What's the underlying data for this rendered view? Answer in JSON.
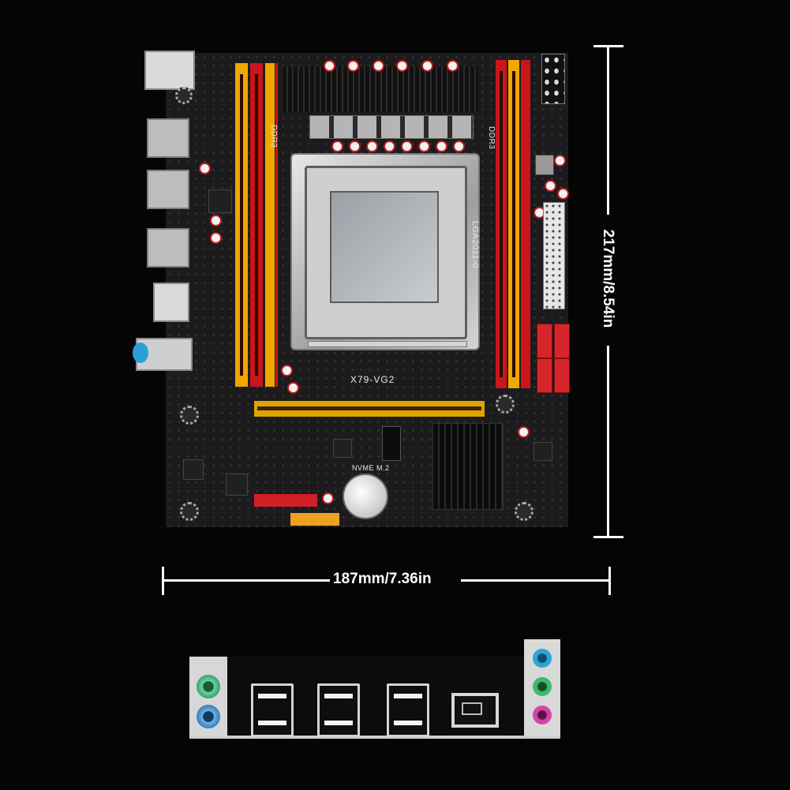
{
  "board": {
    "model_label": "X79-VG2",
    "socket_label": "LGA2011-0",
    "ram_left_label": "DDR3",
    "ram_right_label": "DDR3",
    "m2_label": "NVME M.2",
    "accent_red": "#c8161a",
    "accent_yellow": "#f0a800"
  },
  "dimensions": {
    "height_label": "217mm/8.54in",
    "width_label": "187mm/7.36in"
  },
  "io_shield": {
    "ports": [
      "ps2-green",
      "ps2-blue",
      "usb-pair",
      "usb-pair",
      "usb-pair",
      "rj45-lan",
      "audio-blue",
      "audio-green",
      "audio-pink"
    ],
    "colors": {
      "ps2_green": "#3d9f72",
      "ps2_blue": "#3a7fb8",
      "audio_blue": "#2aa7d8",
      "audio_green": "#3fb86a",
      "audio_pink": "#d545a6"
    }
  }
}
